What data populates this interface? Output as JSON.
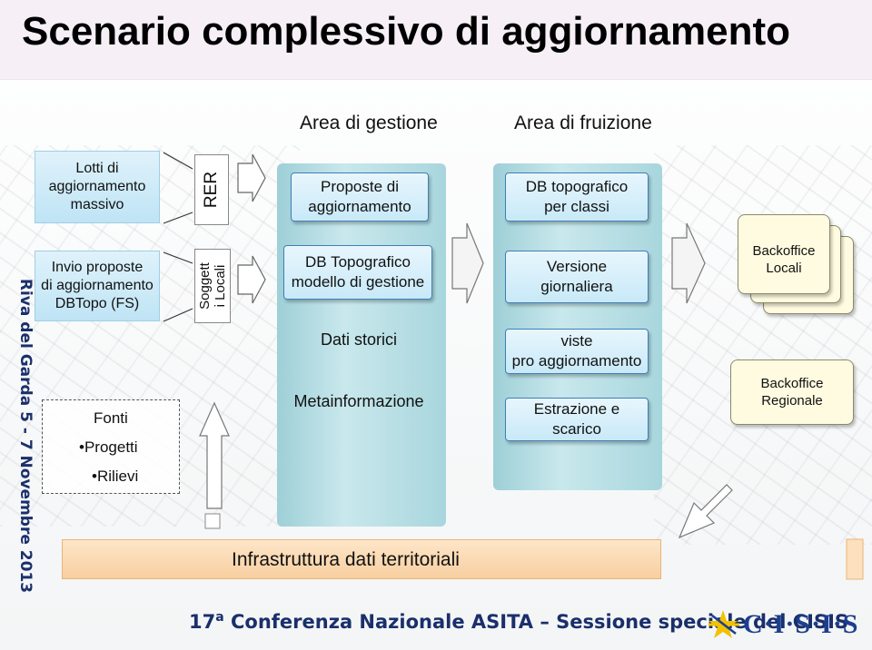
{
  "title": "Scenario complessivo di aggiornamento",
  "headers": {
    "gestione": "Area di gestione",
    "fruizione": "Area di fruizione"
  },
  "left_column": {
    "lotti": [
      "Lotti di",
      "aggiornamento",
      "massivo"
    ],
    "invio": [
      "Invio proposte",
      "di aggiornamento",
      "DBTopo (FS)"
    ],
    "fonti_title": "Fonti",
    "fonti_items": [
      "•Progetti",
      "•Rilievi"
    ]
  },
  "actors": {
    "rer": "RER",
    "soggetti": [
      "Soggett",
      "i Locali"
    ]
  },
  "gestione": {
    "proposte": [
      "Proposte di",
      "aggiornamento"
    ],
    "db_topo": [
      "DB Topografico",
      "modello di gestione"
    ],
    "dati_storici": "Dati storici",
    "metainformazione": "Metainformazione"
  },
  "fruizione": {
    "db_classi": [
      "DB topografico",
      "per classi"
    ],
    "versione": [
      "Versione",
      "giornaliera"
    ],
    "viste": [
      "viste",
      "pro aggiornamento"
    ],
    "estrazione": [
      "Estrazione e",
      "scarico"
    ]
  },
  "backoffice": {
    "locali": [
      "Backoffice",
      "Locali"
    ],
    "regionale": [
      "Backoffice",
      "Regionale"
    ]
  },
  "infrastructure": "Infrastruttura dati territoriali",
  "footer": {
    "edition_num": "17",
    "edition_sup": "a",
    "text": " Conferenza Nazionale ASITA – Sessione speciale del CISIS",
    "side": "Riva del Garda  5 - 7 Novembre 2013",
    "logo": "C·I·S·I·S"
  },
  "colors": {
    "footer_blue": "#1a2f6b",
    "box_blue": "#c8e9f8",
    "cylinder_teal": "#a8d6dd",
    "infra_orange": "#f8cfa0",
    "note_yellow": "#fffbe0"
  }
}
